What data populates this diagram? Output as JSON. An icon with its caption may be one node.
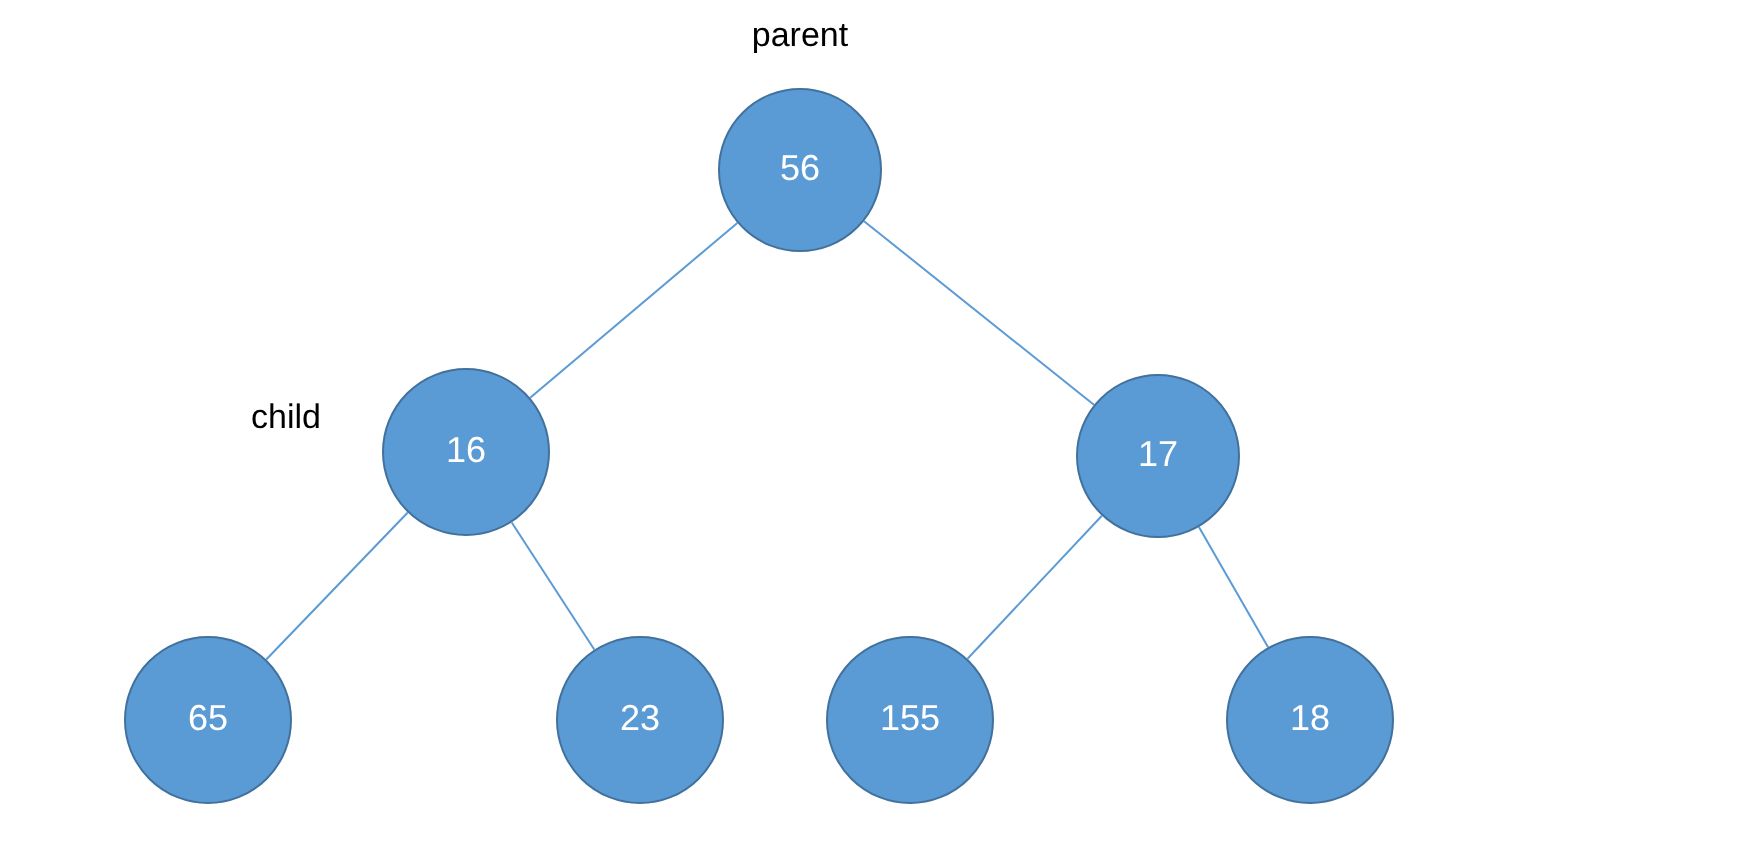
{
  "diagram": {
    "nodes": [
      {
        "text": [
          "56"
        ],
        "beside": [
          "parent"
        ]
      },
      {
        "text": [
          "16"
        ],
        "beside": [
          "child"
        ]
      },
      {
        "text": [
          "17"
        ]
      },
      {
        "text": [
          "65"
        ]
      },
      {
        "text": [
          "23"
        ]
      },
      {
        "text": [
          "155"
        ]
      },
      {
        "text": [
          "18"
        ]
      }
    ],
    "edges": [
      {
        "from": 0,
        "to": 1,
        "arrow": "none"
      },
      {
        "from": 0,
        "to": 2,
        "arrow": "none"
      },
      {
        "from": 1,
        "to": 3,
        "arrow": "none"
      },
      {
        "from": 1,
        "to": 4,
        "arrow": "none"
      },
      {
        "from": 2,
        "to": 5,
        "arrow": "none"
      },
      {
        "from": 2,
        "to": 6,
        "arrow": "none"
      }
    ]
  }
}
